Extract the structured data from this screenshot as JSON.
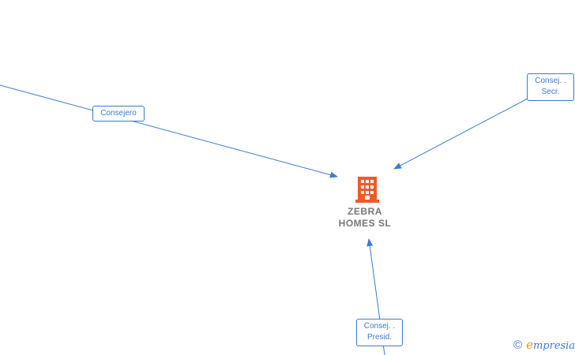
{
  "company": {
    "name_line1": "ZEBRA",
    "name_line2": "HOMES  SL",
    "icon": "building-icon",
    "icon_color": "#f05a28"
  },
  "relations": [
    {
      "role": "Consejero"
    },
    {
      "role_line1": "Consej. .",
      "role_line2": "Secr."
    },
    {
      "role_line1": "Consej. .",
      "role_line2": "Presid."
    }
  ],
  "watermark": {
    "symbol": "©",
    "brand_first": "e",
    "brand_rest": "mpresia"
  },
  "colors": {
    "edge": "#3a7bd5",
    "text": "#777777",
    "brand_accent": "#f0931f"
  }
}
